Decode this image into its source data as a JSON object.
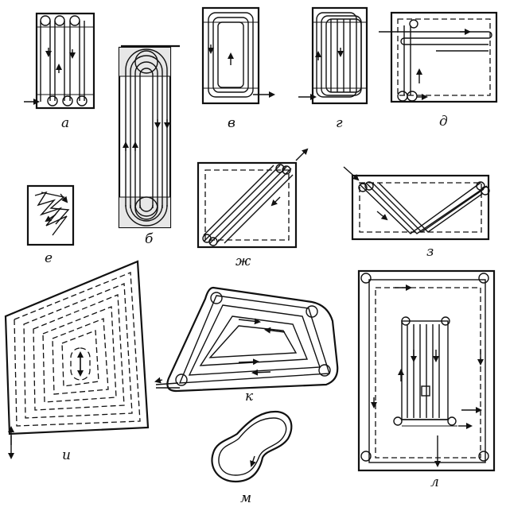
{
  "figure": {
    "panels": [
      {
        "id": "a",
        "label": "а"
      },
      {
        "id": "b",
        "label": "б"
      },
      {
        "id": "v",
        "label": "в"
      },
      {
        "id": "g",
        "label": "г"
      },
      {
        "id": "d",
        "label": "д"
      },
      {
        "id": "e",
        "label": "е"
      },
      {
        "id": "zh",
        "label": "ж"
      },
      {
        "id": "z",
        "label": "з"
      },
      {
        "id": "i",
        "label": "и"
      },
      {
        "id": "k",
        "label": "к"
      },
      {
        "id": "m",
        "label": "м"
      },
      {
        "id": "l",
        "label": "л"
      }
    ]
  }
}
